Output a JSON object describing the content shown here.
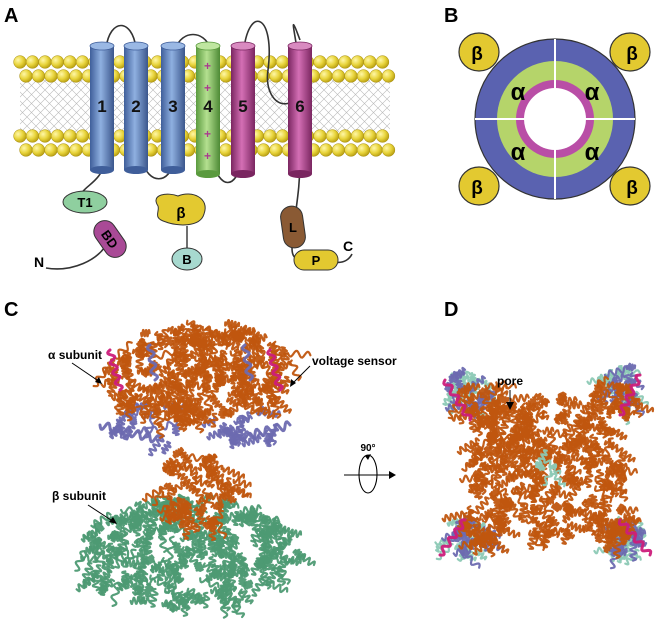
{
  "panels": {
    "a": "A",
    "b": "B",
    "c": "C",
    "d": "D"
  },
  "panel_a": {
    "segments": [
      "1",
      "2",
      "3",
      "4",
      "5",
      "6"
    ],
    "domains": {
      "t1": "T1",
      "bd": "BD",
      "beta": "β",
      "b": "B",
      "l": "L",
      "p": "P"
    },
    "termini": {
      "n": "N",
      "c": "C"
    },
    "charge_symbol": "+"
  },
  "panel_b": {
    "alpha_labels": [
      "α",
      "α",
      "α",
      "α"
    ],
    "beta_labels": [
      "β",
      "β",
      "β",
      "β"
    ]
  },
  "panel_c": {
    "alpha_subunit": "α subunit",
    "voltage_sensor": "voltage sensor",
    "beta_subunit": "β subunit"
  },
  "rotation": {
    "label": "90°"
  },
  "panel_d": {
    "pore": "pore"
  },
  "colors": {
    "membrane_head": "#e6cf3a",
    "membrane_head_edge": "#b39b12",
    "helix_blue": "#6c8fc4",
    "helix_green": "#8fc46b",
    "helix_magenta": "#b2488f",
    "ring_outer": "#5a62b0",
    "ring_green": "#b5d46a",
    "ring_magenta": "#b94ea6",
    "beta_yellow": "#e3c930",
    "protein_orange": "#c0560f",
    "protein_green": "#4d9a73",
    "protein_purple": "#6d6ab0",
    "protein_pink": "#cc1e7b",
    "protein_teal": "#8cc9b5"
  }
}
